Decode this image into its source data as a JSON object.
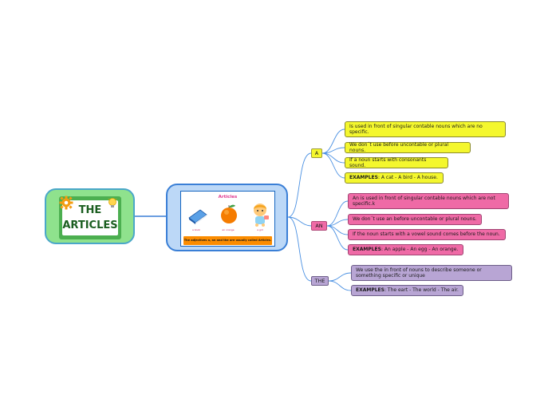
{
  "root": {
    "title": "THE\nARTICLES",
    "icons": [
      "gear-icon",
      "lightbulb-icon"
    ]
  },
  "center": {
    "card_title": "Articles",
    "captions": [
      "a book",
      "an orange",
      "a girl"
    ],
    "strip": "The adjectives a, an and the are usually called Articles."
  },
  "branches": {
    "a": {
      "label": "A",
      "items": [
        "Is used in front of singular contable nouns which are no specific.",
        "We don´t use before uncontable or plural nouns.",
        "If a noun starts with consonants sound."
      ],
      "examples_label": "EXAMPLES",
      "examples_text": ": A cat - A bird - A house."
    },
    "an": {
      "label": "AN",
      "items": [
        "An is used in front of singular contable nouns which are not specific.k",
        "We don´t use an before uncontable or plural nouns.",
        "If the noun starts with a vowel sound comes before the noun."
      ],
      "examples_label": "EXAMPLES",
      "examples_text": ": An apple - An egg - An orange."
    },
    "the": {
      "label": "THE",
      "items": [
        "We use the in front of nouns to describe someone or something specific or unique"
      ],
      "examples_label": "EXAMPLES",
      "examples_text": ": The eart - The world - The air."
    }
  },
  "colors": {
    "root_fill": "#8fe28d",
    "center_fill": "#bcd8f7",
    "a_fill": "#f4f72e",
    "an_fill": "#ef6aa6",
    "the_fill": "#b8a5d4",
    "connector": "#3a7fd6"
  }
}
